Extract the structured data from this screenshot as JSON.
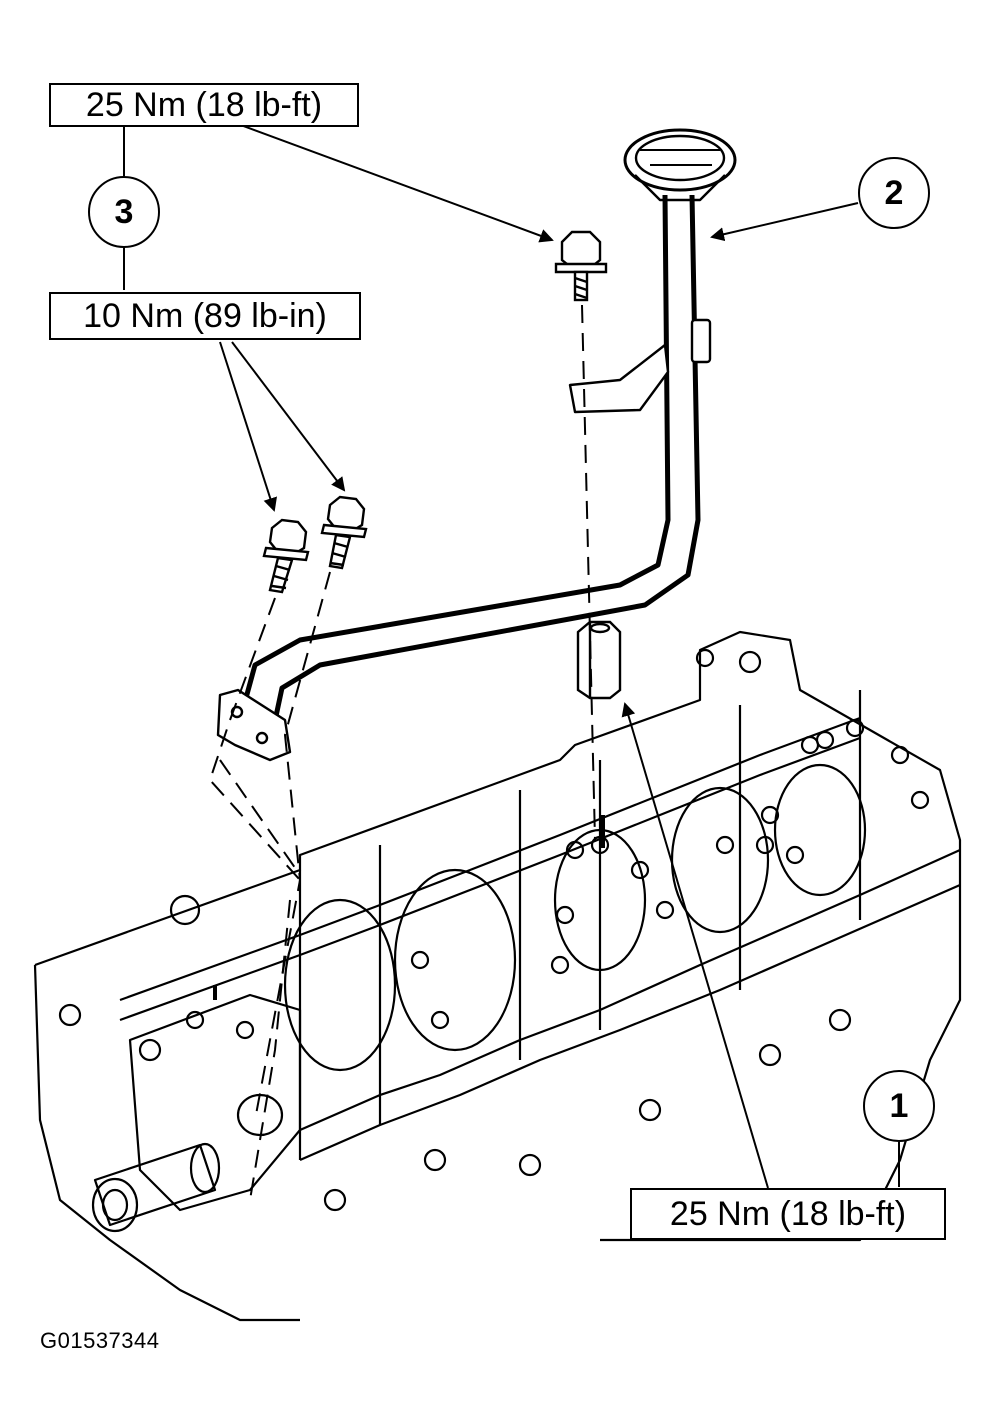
{
  "callouts": {
    "one": "1",
    "two": "2",
    "three": "3"
  },
  "torque_labels": {
    "top_bolt": "25 Nm (18 lb-ft)",
    "flange_bolts": "10 Nm (89 lb-in)",
    "stud_nut": "25 Nm (18 lb-ft)"
  },
  "figure_id": "G01537344"
}
